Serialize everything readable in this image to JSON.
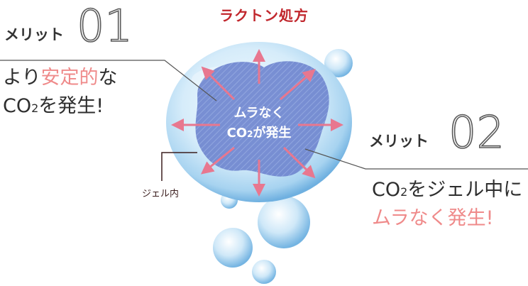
{
  "title": "ラクトン処方",
  "merit1": {
    "label": "メリット",
    "number": "01",
    "line1_prefix": "より",
    "line1_highlight": "安定的",
    "line1_suffix": "な",
    "line2_co": "CO",
    "line2_sub": "2",
    "line2_rest": "を発生!"
  },
  "merit2": {
    "label": "メリット",
    "number": "02",
    "line1_co": "CO",
    "line1_sub": "2",
    "line1_rest": "をジェル中に",
    "line2_highlight": "ムラなく発生!"
  },
  "bubble": {
    "line1": "ムラなく",
    "line2_co": "CO",
    "line2_sub": "2",
    "line2_rest": "が発生"
  },
  "gel_label": "ジェル内",
  "colors": {
    "title": "#c1272d",
    "highlight": "#ef8a8a",
    "arrow": "#e8778f",
    "gel": "#6b7fc9"
  }
}
